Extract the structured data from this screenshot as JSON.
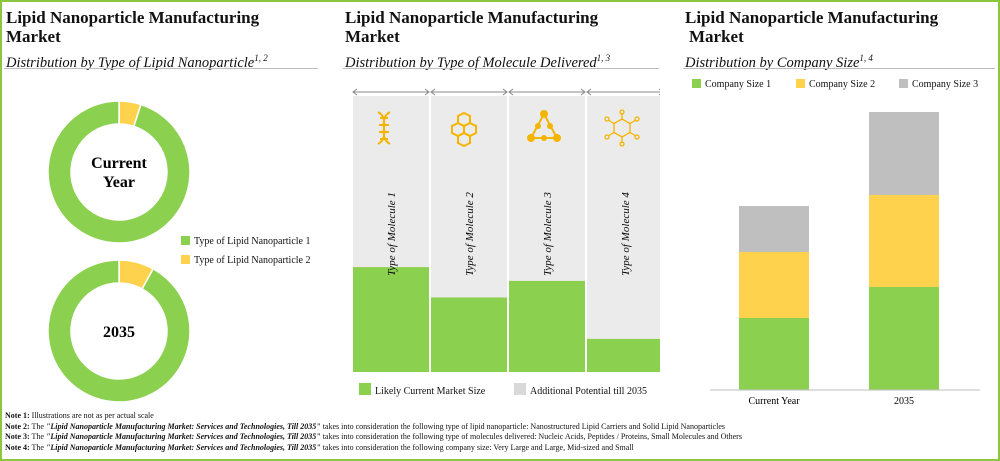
{
  "colors": {
    "green": "#8cd050",
    "yellow": "#ffd24d",
    "grey": "#bfbfbf",
    "light_grey": "#ebebeb",
    "icon_orange": "#f5b400",
    "border_green": "#8cc63f"
  },
  "panel1": {
    "title_line1": "Lipid Nanoparticle Manufacturing",
    "title_line2": "Market",
    "subtitle": "Distribution by Type of Lipid Nanoparticle",
    "subtitle_sup": "1, 2",
    "donut_top_label_line1": "Current",
    "donut_top_label_line2": "Year",
    "donut_bottom_label": "2035",
    "legend": [
      "Type of Lipid Nanoparticle 1",
      "Type of Lipid Nanoparticle 2"
    ]
  },
  "panel2": {
    "title_line1": "Lipid Nanoparticle Manufacturing",
    "title_line2": "Market",
    "subtitle": "Distribution by Type of Molecule Delivered",
    "subtitle_sup": "1, 3",
    "icons": [
      "dna-icon",
      "hexagon-cluster-icon",
      "triangle-molecule-icon",
      "hexagon-molecule-icon"
    ],
    "legend": [
      "Likely Current Market Size",
      "Additional Potential till 2035"
    ]
  },
  "panel3": {
    "title_line1": "Lipid Nanoparticle Manufacturing",
    "title_line2": "Market",
    "subtitle": "Distribution by Company Size",
    "subtitle_sup": "1, 4",
    "legend": [
      "Company Size 1",
      "Company Size 2",
      "Company Size 3"
    ]
  },
  "chart_data": [
    {
      "type": "pie",
      "style": "donut",
      "center_label": "Current Year",
      "categories": [
        "Type of Lipid Nanoparticle 1",
        "Type of Lipid Nanoparticle 2"
      ],
      "values": [
        95,
        5
      ]
    },
    {
      "type": "pie",
      "style": "donut",
      "center_label": "2035",
      "categories": [
        "Type of Lipid Nanoparticle 1",
        "Type of Lipid Nanoparticle 2"
      ],
      "values": [
        92,
        8
      ]
    },
    {
      "type": "bar",
      "categories": [
        "Type of Molecule 1",
        "Type of Molecule 2",
        "Type of Molecule 3",
        "Type of Molecule 4"
      ],
      "series": [
        {
          "name": "Likely Current Market Size",
          "values": [
            38,
            27,
            33,
            12
          ]
        },
        {
          "name": "Additional Potential till 2035",
          "values": [
            62,
            73,
            67,
            88
          ]
        }
      ],
      "ylim": [
        0,
        100
      ]
    },
    {
      "type": "bar",
      "stacked": true,
      "categories": [
        "Current Year",
        "2035"
      ],
      "series": [
        {
          "name": "Company Size 1",
          "values": [
            72,
            103
          ]
        },
        {
          "name": "Company Size 2",
          "values": [
            66,
            92
          ]
        },
        {
          "name": "Company Size 3",
          "values": [
            46,
            83
          ]
        }
      ],
      "ylim": [
        0,
        280
      ]
    }
  ],
  "notes": [
    {
      "label": "Note 1:",
      "pre": "Illustrations are not as per actual scale",
      "italic": "",
      "post": ""
    },
    {
      "label": "Note 2:",
      "pre": "The ",
      "italic": "\"Lipid Nanoparticle Manufacturing Market: Services and Technologies, Till 2035\"",
      "post": " takes into consideration the following type of lipid nanoparticle: Nanostructured Lipid Carriers and Solid Lipid Nanoparticles"
    },
    {
      "label": "Note 3:",
      "pre": "The ",
      "italic": "\"Lipid Nanoparticle Manufacturing Market: Services and Technologies, Till 2035\"",
      "post": " takes into consideration the following type of molecules delivered: Nucleic Acids, Peptides / Proteins, Small Molecules and Others"
    },
    {
      "label": "Note 4:",
      "pre": "The ",
      "italic": "\"Lipid Nanoparticle Manufacturing Market: Services and Technologies, Till 2035\"",
      "post": " takes into consideration the following company size: Very Large and Large, Mid-sized and Small"
    }
  ]
}
